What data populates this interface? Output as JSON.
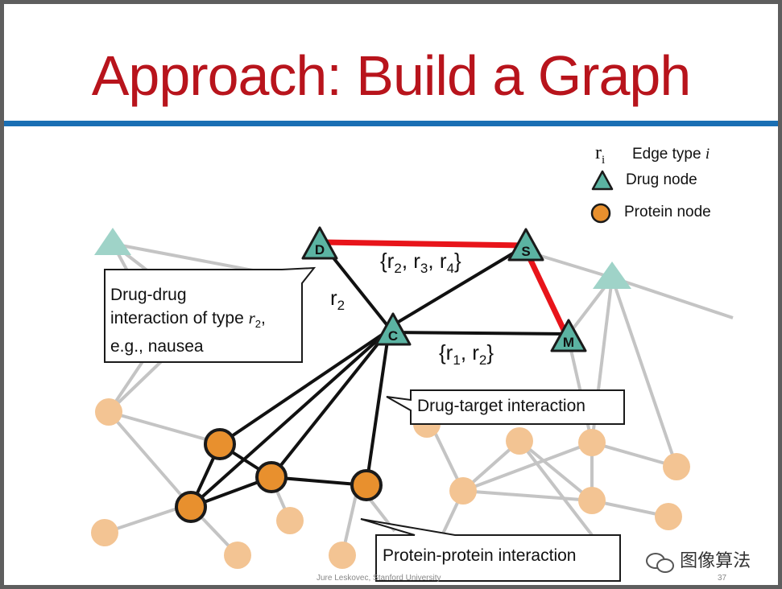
{
  "slide": {
    "title": "Approach: Build a Graph",
    "accent_color": "#1a6fb4",
    "title_color": "#b8141c"
  },
  "legend": {
    "edge_symbol": "r",
    "edge_symbol_sub": "i",
    "edge_label": "Edge type ",
    "edge_label_var": "i",
    "drug_label": "Drug node",
    "protein_label": "Protein node"
  },
  "nodes": {
    "D": "D",
    "S": "S",
    "C": "C",
    "M": "M"
  },
  "edge_labels": {
    "ds": {
      "open": "{r",
      "s1": "2",
      "m1": ", r",
      "s2": "3",
      "m2": ", r",
      "s3": "4",
      "close": "}"
    },
    "dc": {
      "base": "r",
      "sub": "2"
    },
    "cm": {
      "open": "{r",
      "s1": "1",
      "m1": ", r",
      "s2": "2",
      "close": "}"
    }
  },
  "callouts": {
    "drug_drug": {
      "line1": "Drug-drug",
      "line2_pre": "interaction of type ",
      "line2_var": "r",
      "line2_sub": "2",
      "line2_post": ",",
      "line3": "e.g., nausea"
    },
    "drug_target": "Drug-target interaction",
    "protein_protein": "Protein-protein interaction"
  },
  "footer": {
    "author": "Jure Leskovec, Stanford University",
    "page": "37"
  },
  "watermark": "图像算法",
  "colors": {
    "drug_fill": "#5bb3a2",
    "protein_fill": "#e8902e",
    "red_edge": "#e8141a",
    "faded_edge": "#c4c4c4",
    "faded_protein": "#f3c493",
    "faded_drug": "#9fd3c8"
  }
}
